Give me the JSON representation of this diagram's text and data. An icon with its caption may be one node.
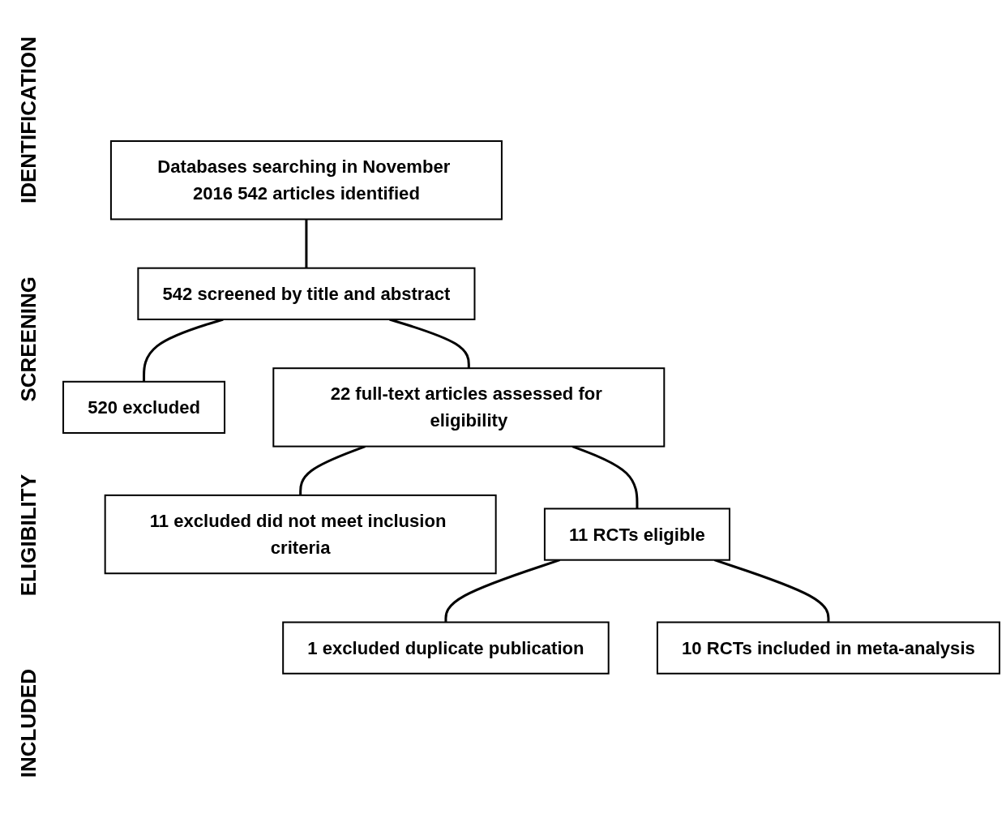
{
  "diagram": {
    "nodes": [
      {
        "text": [
          "Databases searching in November 2016 542 articles identified"
        ]
      },
      {
        "text": [
          "542 screened by title and abstract"
        ]
      },
      {
        "text": [
          "520 excluded"
        ]
      },
      {
        "text": [
          "22 full-text articles assessed for eligibility"
        ]
      },
      {
        "text": [
          "11 excluded did not meet inclusion criteria"
        ]
      },
      {
        "text": [
          "11 RCTs eligible"
        ]
      },
      {
        "text": [
          "1 excluded duplicate publication"
        ]
      },
      {
        "text": [
          "10 RCTs included in meta-analysis"
        ]
      }
    ],
    "edges": [
      {
        "from": 0,
        "to": 1,
        "arrow": "none"
      },
      {
        "from": 1,
        "to": 2,
        "arrow": "none"
      },
      {
        "from": 1,
        "to": 3,
        "arrow": "none"
      },
      {
        "from": 3,
        "to": 4,
        "arrow": "none"
      },
      {
        "from": 3,
        "to": 5,
        "arrow": "none"
      },
      {
        "from": 5,
        "to": 6,
        "arrow": "none"
      },
      {
        "from": 5,
        "to": 7,
        "arrow": "none"
      }
    ],
    "labels": [
      "IDENTIFICATION",
      "SCREENING",
      "ELIGIBILITY",
      "INCLUDED"
    ]
  }
}
